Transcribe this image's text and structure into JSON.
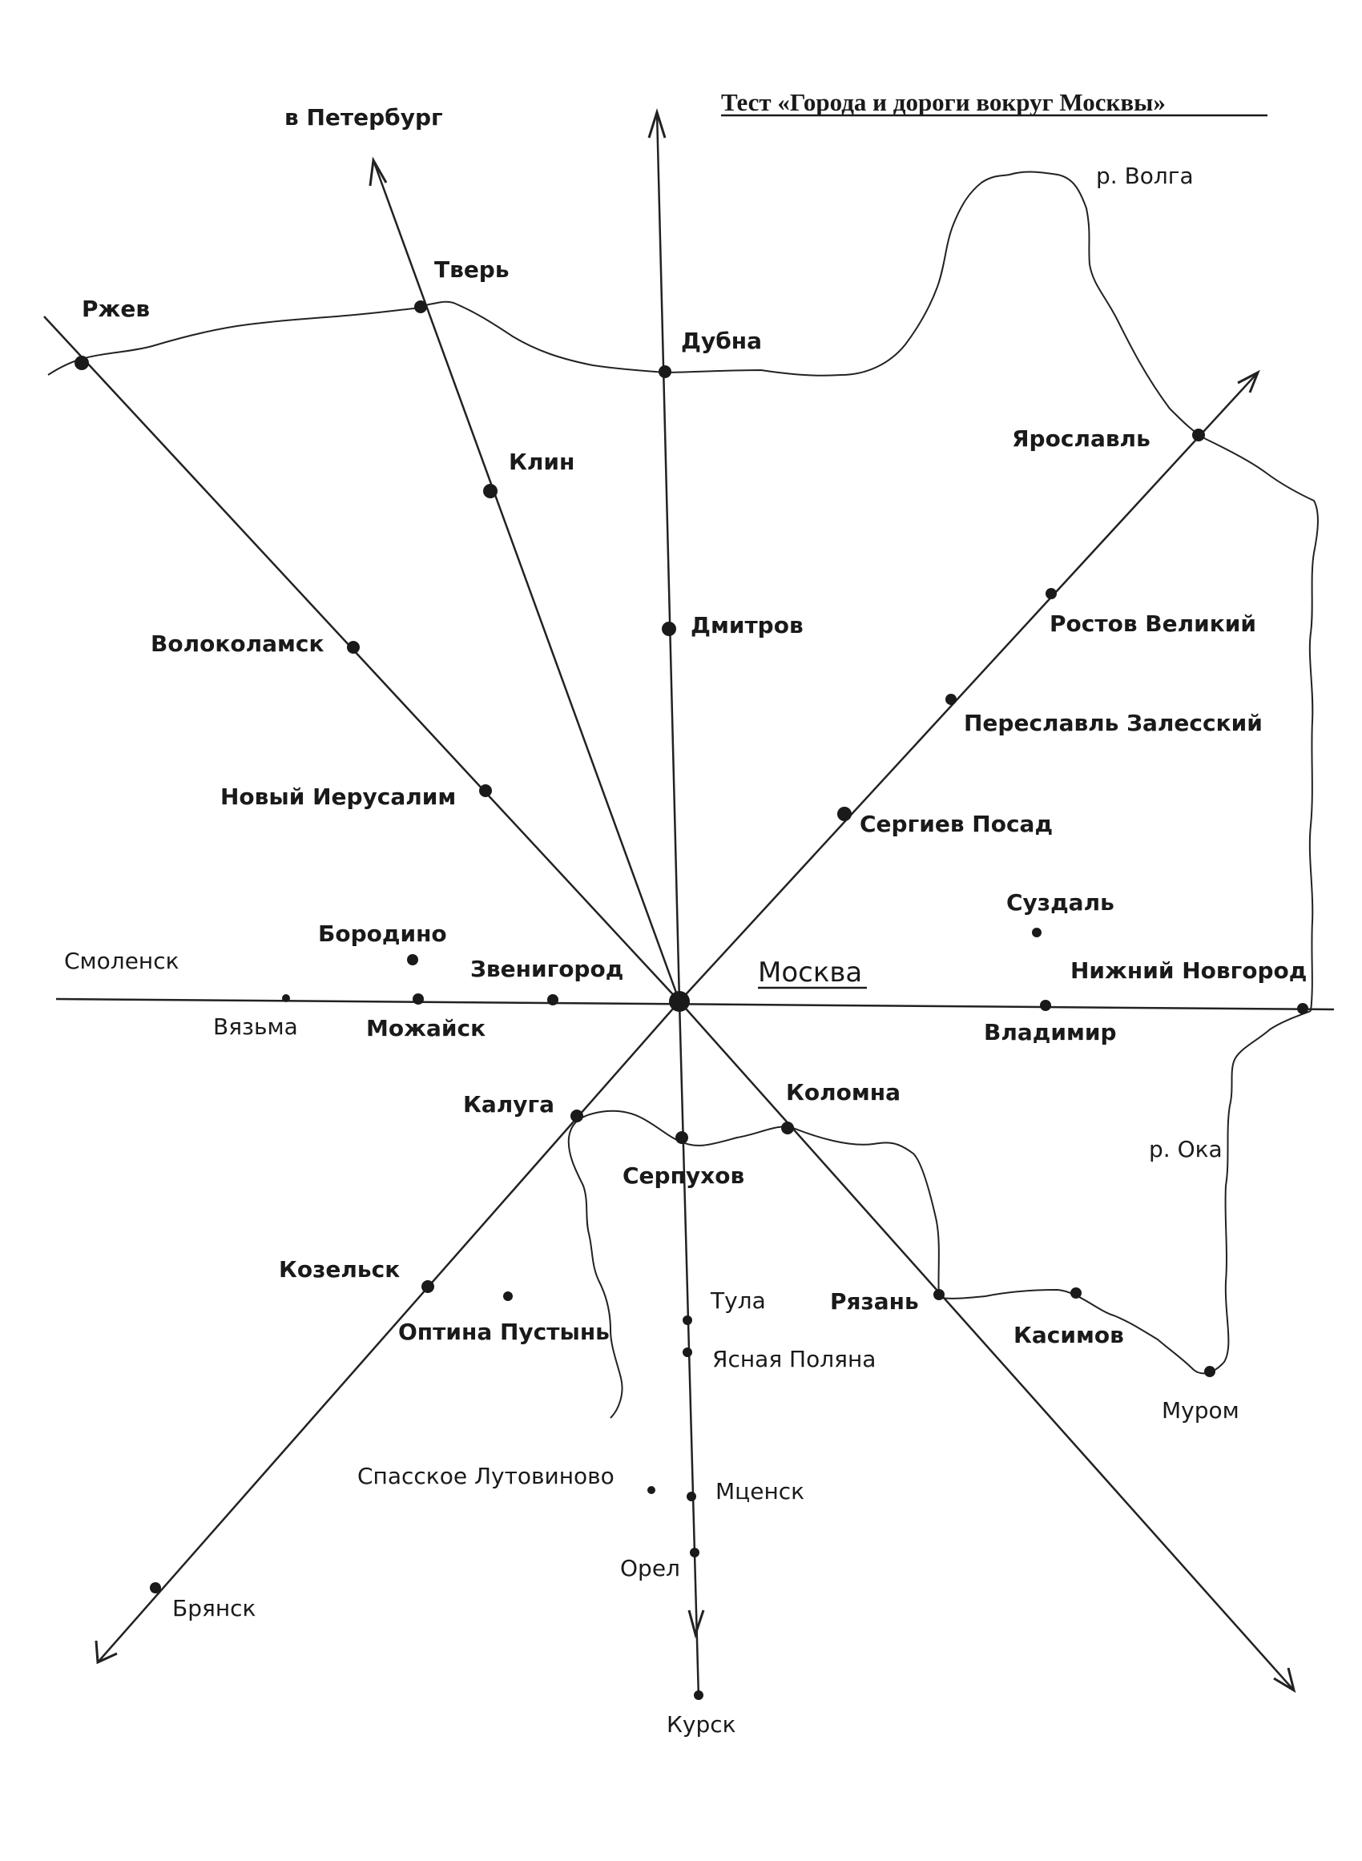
{
  "title": "Тест «Города и дороги вокруг Москвы»",
  "direction_label": "в Петербург",
  "rivers": {
    "volga": "р. Волга",
    "oka": "р. Ока"
  },
  "center": "Москва",
  "cities": {
    "rzhev": "Ржев",
    "tver": "Тверь",
    "dubna": "Дубна",
    "klin": "Клин",
    "dmitrov": "Дмитров",
    "volokolamsk": "Волоколамск",
    "novy_ierusalim": "Новый Иерусалим",
    "yaroslavl": "Ярославль",
    "rostov": "Ростов Великий",
    "pereslavl": "Переславль Залесский",
    "sergiev_posad": "Сергиев Посад",
    "suzdal": "Суздаль",
    "nizhny": "Нижний Новгород",
    "vladimir": "Владимир",
    "smolensk": "Смоленск",
    "vyazma": "Вязьма",
    "borodino": "Бородино",
    "mozhaysk": "Можайск",
    "zvenigorod": "Звенигород",
    "kaluga": "Калуга",
    "kolomna": "Коломна",
    "serpukhov": "Серпухов",
    "kozelsk": "Козельск",
    "optina": "Оптина Пустынь",
    "tula": "Тула",
    "yasnaya": "Ясная Поляна",
    "ryazan": "Рязань",
    "kasimov": "Касимов",
    "murom": "Муром",
    "spasskoe": "Спасское Лутовиново",
    "mtsensk": "Мценск",
    "orel": "Орел",
    "bryansk": "Брянск",
    "kursk": "Курск"
  }
}
